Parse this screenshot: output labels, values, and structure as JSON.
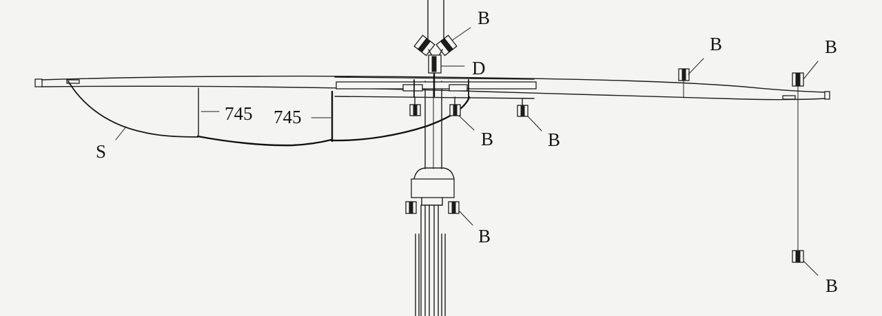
{
  "labels": {
    "block": "B",
    "halyard": "D",
    "sail": "S",
    "measure_left": "745",
    "measure_right": "745"
  }
}
